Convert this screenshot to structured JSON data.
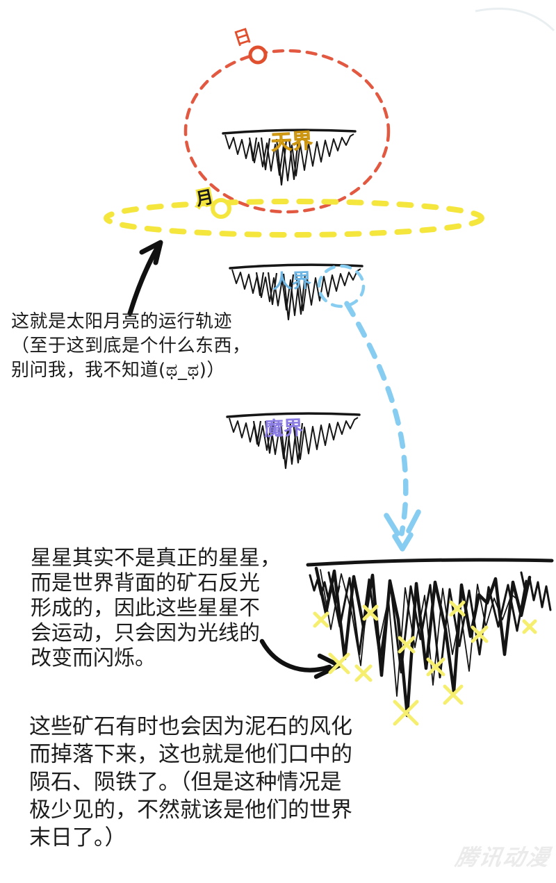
{
  "diagram": {
    "sun_label": "日",
    "moon_label": "月",
    "islands": [
      {
        "label": "天界"
      },
      {
        "label": "人界"
      },
      {
        "label": "魔界"
      }
    ],
    "colors": {
      "sun_orbit": "#e25840",
      "sun": "#e0502f",
      "moon_orbit": "#f5e63e",
      "heaven_label": "#e9b51d",
      "human_label": "#6db5e3",
      "demon_label": "#8a7ce2",
      "fall_path": "#87cdf1",
      "mineral_x": "#f5ee6e",
      "ink": "#141414"
    }
  },
  "notes": {
    "orbit_note": {
      "lines": [
        "这就是太阳月亮的运行轨迹",
        "（至于这到底是个什么东西，",
        "别问我，我不知道(ಥ_ಥ)）"
      ]
    },
    "star_note": {
      "lines": [
        "星星其实不是真正的星星，",
        "而是世界背面的矿石反光",
        "形成的，因此这些星星不",
        "会运动，只会因为光线的",
        "改变而闪烁。"
      ]
    },
    "meteor_note": {
      "lines": [
        "这些矿石有时也会因为泥石的风化",
        "而掉落下来，这也就是他们口中的",
        "陨石、陨铁了。（但是这种情况是",
        "极少见的，不然就该是他们的世界",
        "末日了。）"
      ]
    }
  },
  "watermark": {
    "label": "腾讯动漫"
  }
}
